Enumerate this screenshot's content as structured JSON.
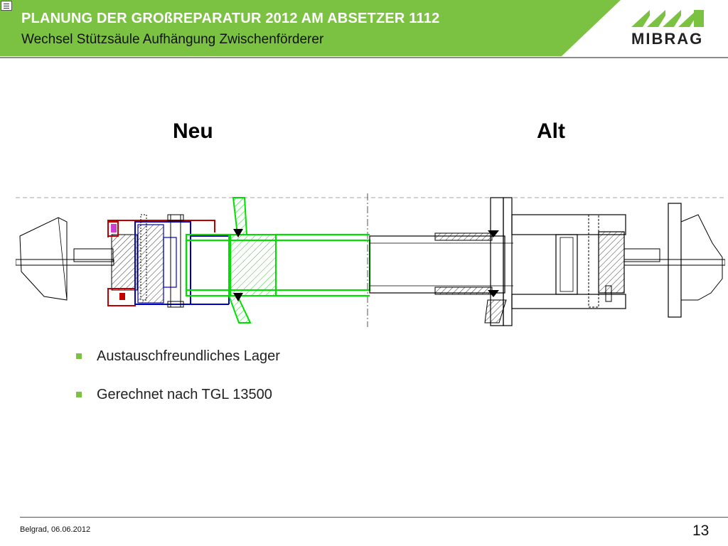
{
  "header": {
    "title": "PLANUNG DER GROßREPARATUR 2012 AM ABSETZER 1112",
    "subtitle": "Wechsel Stützsäule Aufhängung Zwischenförderer",
    "logo_text": "MIBRAG",
    "brand_color": "#7cc242"
  },
  "labels": {
    "new": "Neu",
    "old": "Alt"
  },
  "drawing": {
    "icon": "technical-drawing-bearing-assembly",
    "colors": {
      "new_parts": "#00e000",
      "bearing_housing": "#0000c8",
      "seal": "#c00000",
      "highlight": "#d040d0",
      "lines": "#000000"
    }
  },
  "bullets": [
    "Austauschfreundliches Lager",
    "Gerechnet nach TGL 13500"
  ],
  "footer": {
    "left": "Belgrad, 06.06.2012",
    "page": "13"
  }
}
